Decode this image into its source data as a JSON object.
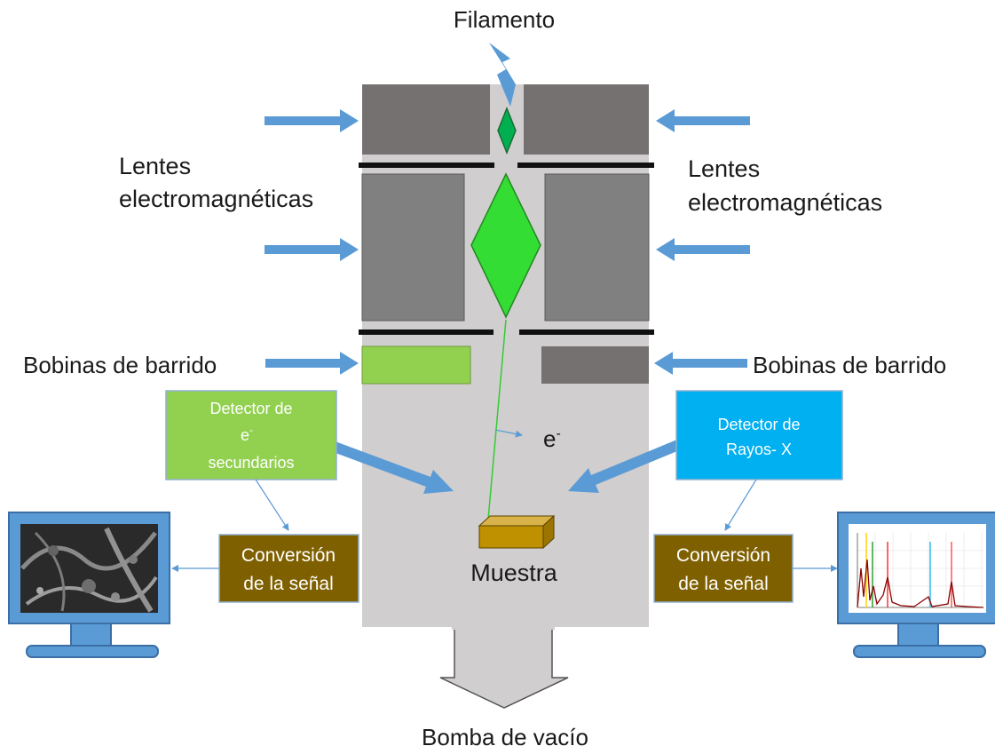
{
  "labels": {
    "filament": "Filamento",
    "lenses_left_line1": "Lentes",
    "lenses_left_line2": "electromagnéticas",
    "lenses_right_line1": "Lentes",
    "lenses_right_line2": "electromagnéticas",
    "scan_coils_left": "Bobinas de barrido",
    "scan_coils_right": "Bobinas de barrido",
    "electron": "e",
    "electron_sup": "-",
    "sample": "Muestra",
    "vacuum_pump": "Bomba de vacío"
  },
  "secondary_detector": {
    "line1": "Detector de",
    "line2": "e",
    "line2_sup": "-",
    "line3": "secundarios"
  },
  "xray_detector": {
    "line1": "Detector de",
    "line2": "Rayos- X"
  },
  "signal_conversion_left": {
    "line1": "Conversión",
    "line2": "de la señal"
  },
  "signal_conversion_right": {
    "line1": "Conversión",
    "line2": "de la señal"
  },
  "colors": {
    "arrow_blue": "#5b9bd5",
    "column_gray": "#d0cece",
    "lens_dark": "#767171",
    "lens_gray": "#808080",
    "coil_green": "#92d050",
    "beam_green": "#33dd33",
    "filament_spot": "#00b050",
    "detector_green": "#92d050",
    "detector_cyan": "#00b0f0",
    "conversion_brown": "#7f6000",
    "sample_gold": "#bf9000",
    "monitor_blue": "#5b9bd5"
  }
}
